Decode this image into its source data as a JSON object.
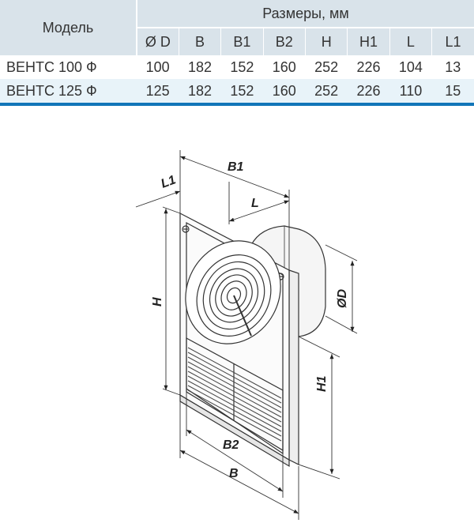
{
  "table": {
    "model_header": "Модель",
    "group_header": "Размеры, мм",
    "columns": [
      "Ø D",
      "B",
      "B1",
      "B2",
      "H",
      "H1",
      "L",
      "L1"
    ],
    "rows": [
      {
        "model": "ВЕНТС 100 Ф",
        "values": [
          "100",
          "182",
          "152",
          "160",
          "252",
          "226",
          "104",
          "13"
        ]
      },
      {
        "model": "ВЕНТС 125 Ф",
        "values": [
          "125",
          "182",
          "152",
          "160",
          "252",
          "226",
          "110",
          "15"
        ]
      }
    ]
  },
  "drawing": {
    "labels": {
      "B1": "B1",
      "L": "L",
      "L1": "L1",
      "H": "H",
      "D": "ØD",
      "H1": "H1",
      "B2": "B2",
      "B": "B"
    }
  },
  "colors": {
    "header_bg": "#d9e3ea",
    "row_alt_bg": "#e8f3f9",
    "accent_line": "#1175b8"
  }
}
